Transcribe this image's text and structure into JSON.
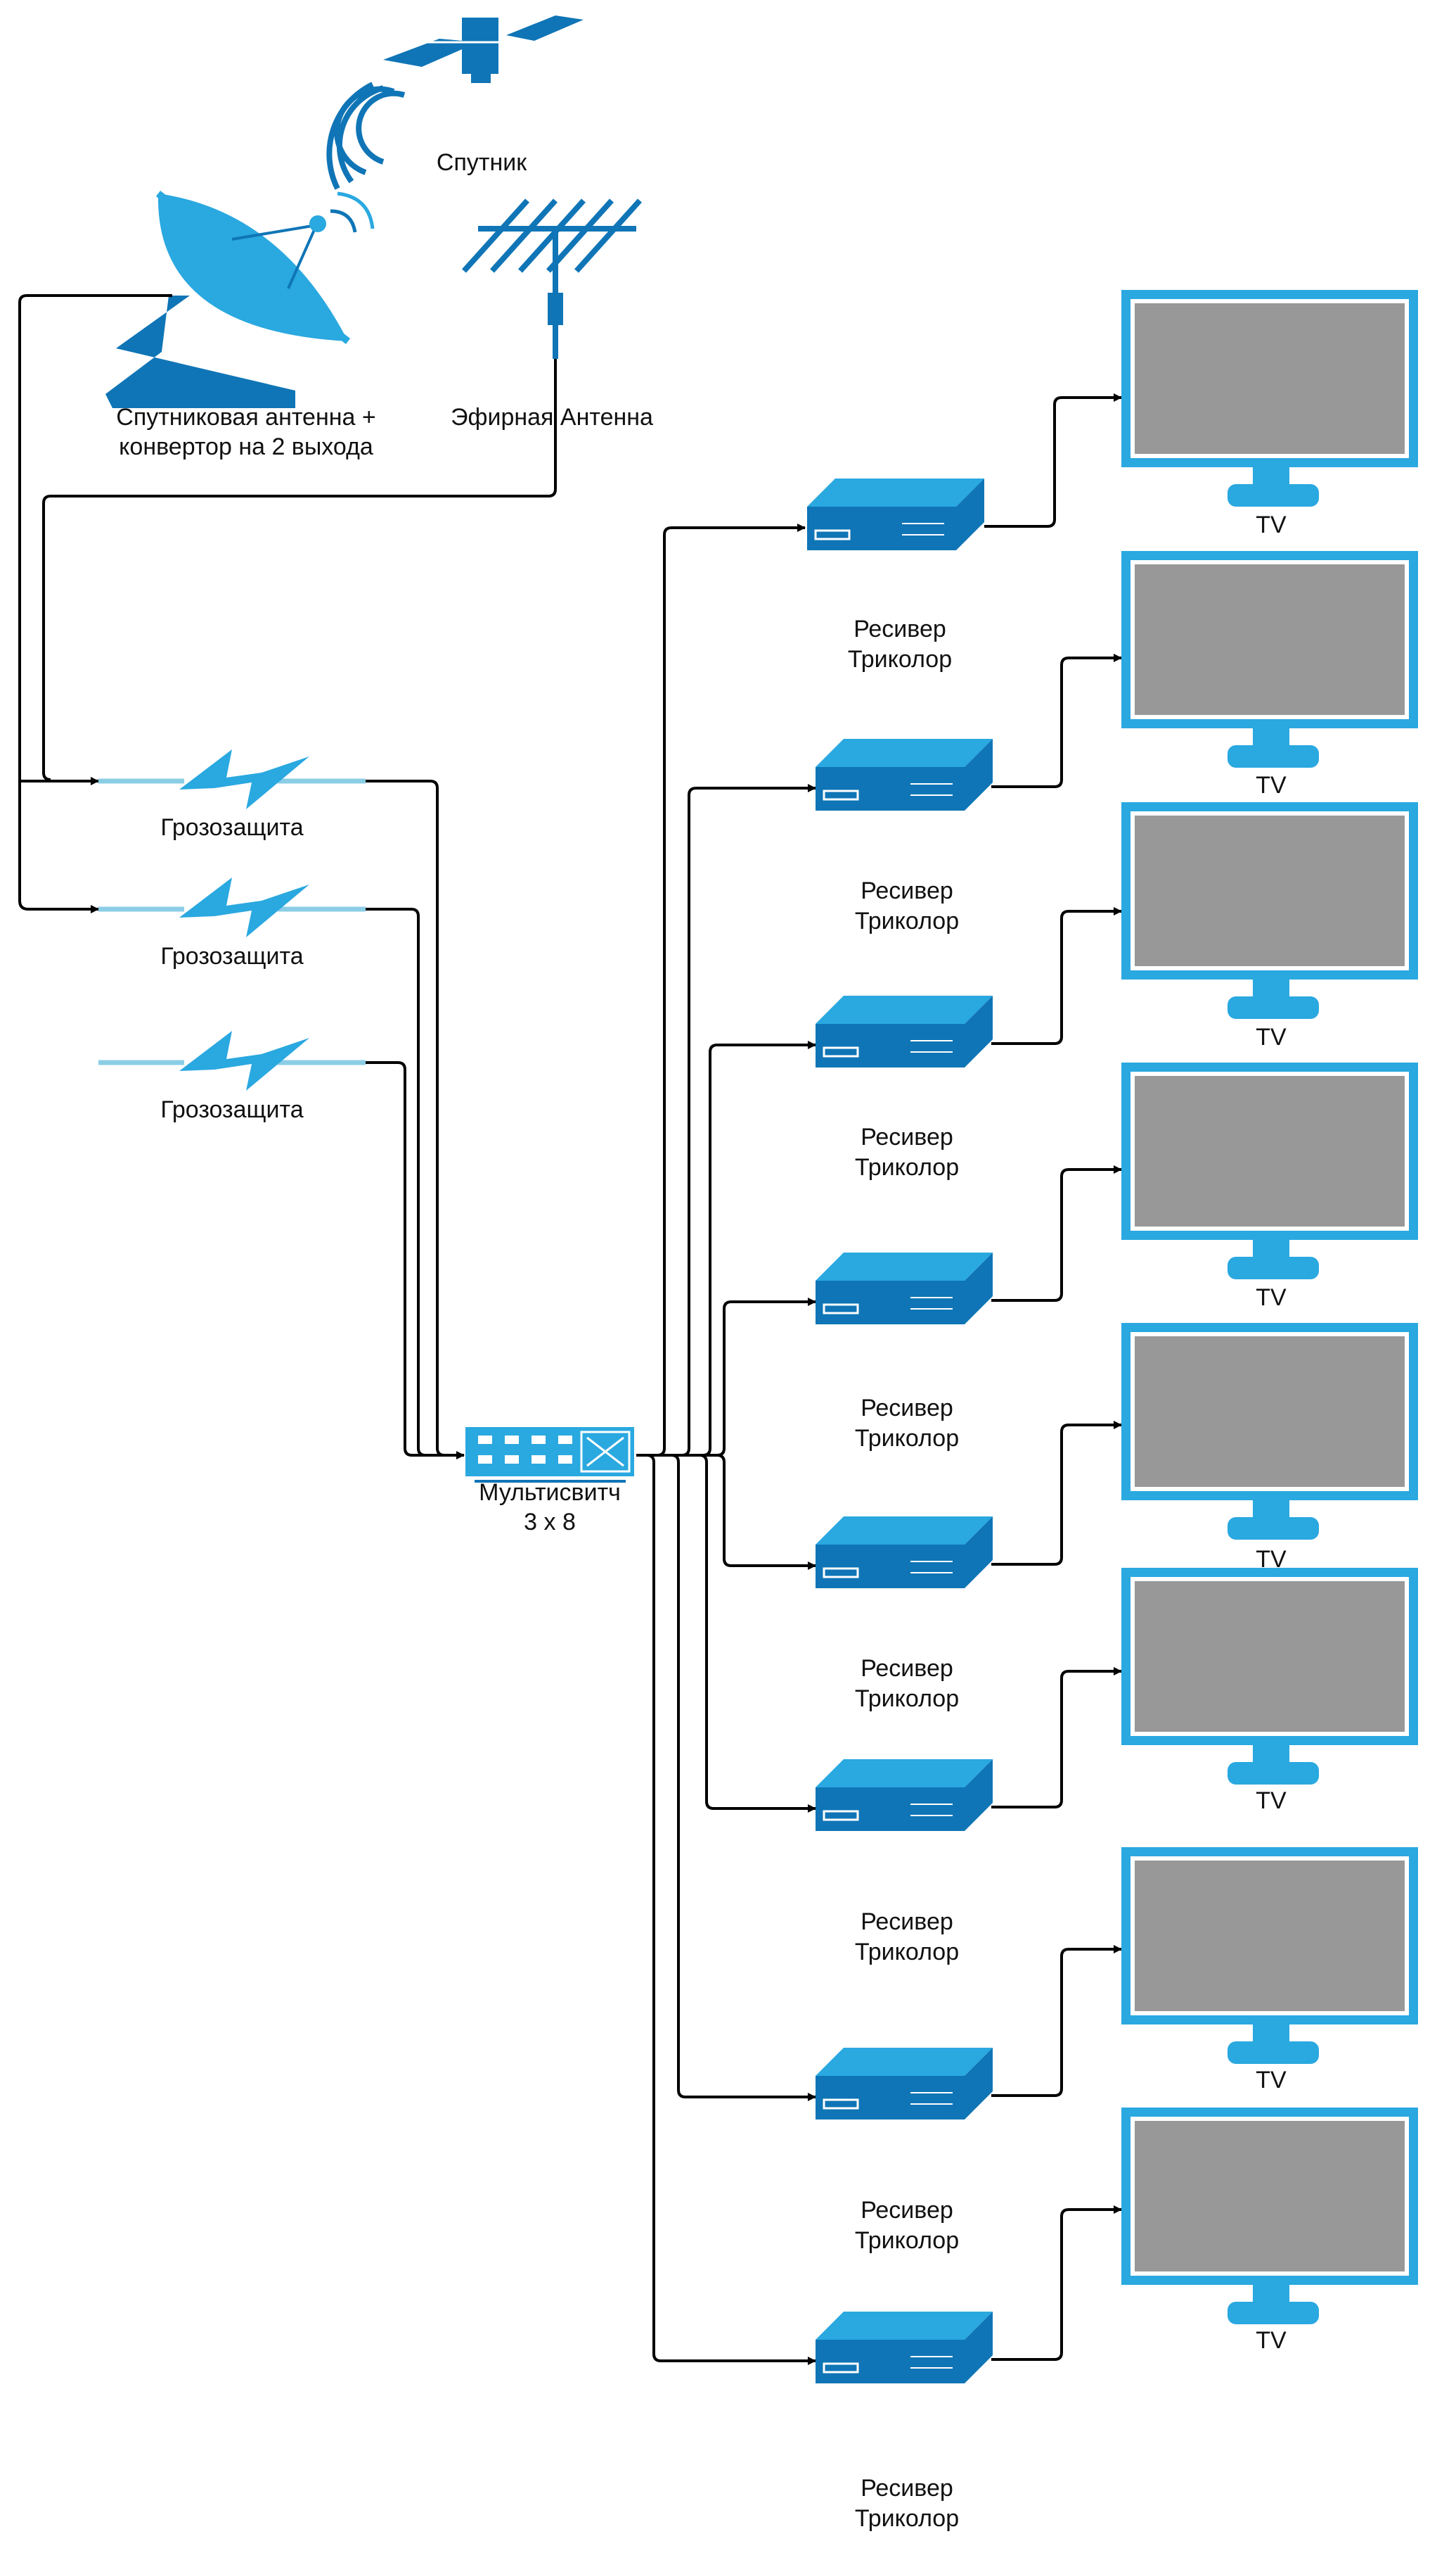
{
  "colors": {
    "light_blue": "#2aa8e0",
    "dark_blue": "#0f75b6",
    "screen_gray": "#989898",
    "line": "#000000",
    "cable_light": "#8ccde6"
  },
  "sources": {
    "satellite_label": "Спутник",
    "dish_label_line1": "Спутниковая антенна +",
    "dish_label_line2": "конвертор на 2 выхода",
    "aerial_label": "Эфирная Антенна"
  },
  "protectors": [
    {
      "label": "Грозозащита"
    },
    {
      "label": "Грозозащита"
    },
    {
      "label": "Грозозащита"
    }
  ],
  "multiswitch": {
    "label_line1": "Мультисвитч",
    "label_line2": "3 x 8"
  },
  "receivers": [
    {
      "line1": "Ресивер",
      "line2": "Триколор"
    },
    {
      "line1": "Ресивер",
      "line2": "Триколор"
    },
    {
      "line1": "Ресивер",
      "line2": "Триколор"
    },
    {
      "line1": "Ресивер",
      "line2": "Триколор"
    },
    {
      "line1": "Ресивер",
      "line2": "Триколор"
    },
    {
      "line1": "Ресивер",
      "line2": "Триколор"
    },
    {
      "line1": "Ресивер",
      "line2": "Триколор"
    },
    {
      "line1": "Ресивер",
      "line2": "Триколор"
    }
  ],
  "tvs": [
    {
      "label": "TV"
    },
    {
      "label": "TV"
    },
    {
      "label": "TV"
    },
    {
      "label": "TV"
    },
    {
      "label": "TV"
    },
    {
      "label": "TV"
    },
    {
      "label": "TV"
    },
    {
      "label": "TV"
    }
  ]
}
